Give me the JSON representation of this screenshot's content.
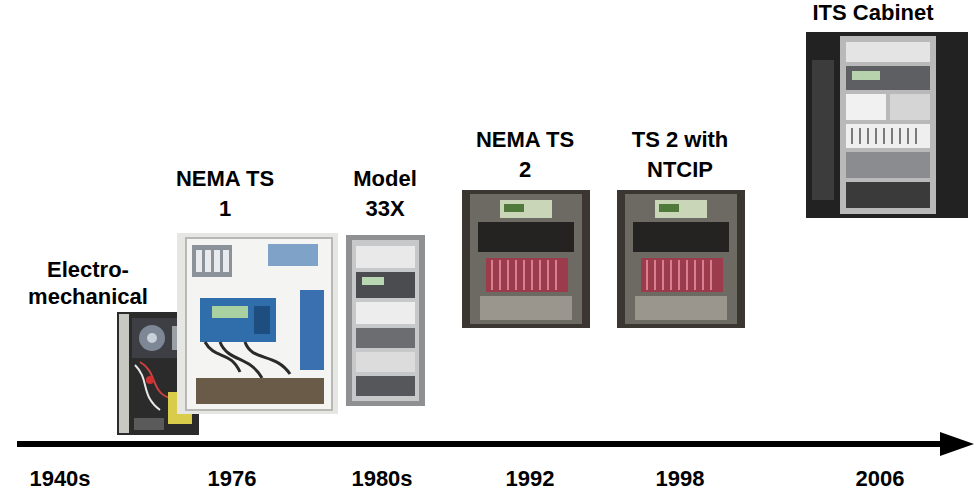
{
  "diagram": {
    "labels": [
      "Electro- mechanical",
      "NEMA TS 1",
      "Model 33X",
      "NEMA TS 2",
      "TS 2 with NTCIP",
      "ITS Cabinet",
      "1940s",
      "1976",
      "1980s",
      "1992",
      "1998",
      "2006"
    ]
  }
}
